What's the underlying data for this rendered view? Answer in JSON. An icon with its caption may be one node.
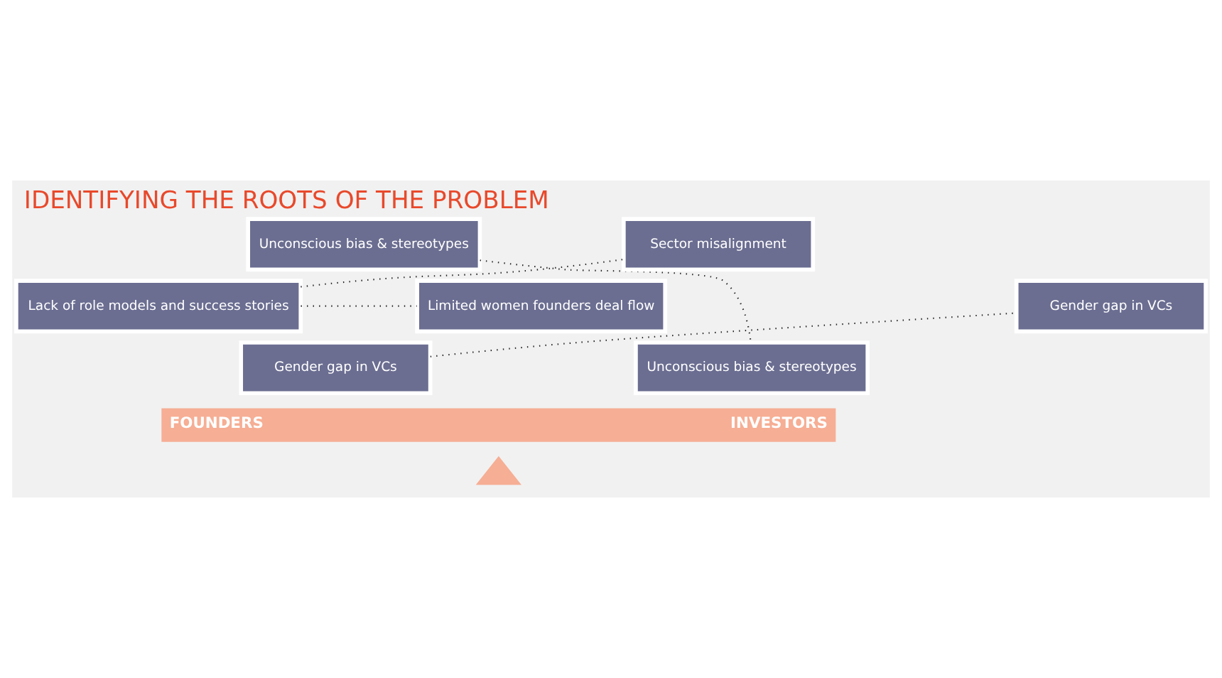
{
  "diagram": {
    "title": "IDENTIFYING THE ROOTS OF THE PROBLEM",
    "nodes": [
      {
        "text": [
          "Unconscious bias & stereotypes"
        ]
      },
      {
        "text": [
          "Lack of role models and success stories"
        ]
      },
      {
        "text": [
          "Gender gap in VCs"
        ]
      },
      {
        "text": [
          "Limited women founders deal flow"
        ]
      },
      {
        "text": [
          "Sector misalignment"
        ]
      },
      {
        "text": [
          "Gender gap in VCs"
        ]
      },
      {
        "text": [
          "Unconscious bias & stereotypes"
        ]
      },
      {
        "text": [
          "FOUNDERS",
          "INVESTORS"
        ]
      },
      {
        "text": [],
        "shape": "triangle"
      }
    ],
    "edges": [
      {
        "from": 0,
        "to": 6,
        "arrow": "none"
      },
      {
        "from": 1,
        "to": 3,
        "arrow": "none"
      },
      {
        "from": 1,
        "to": 4,
        "arrow": "none"
      },
      {
        "from": 2,
        "to": 5,
        "arrow": "none"
      }
    ]
  }
}
